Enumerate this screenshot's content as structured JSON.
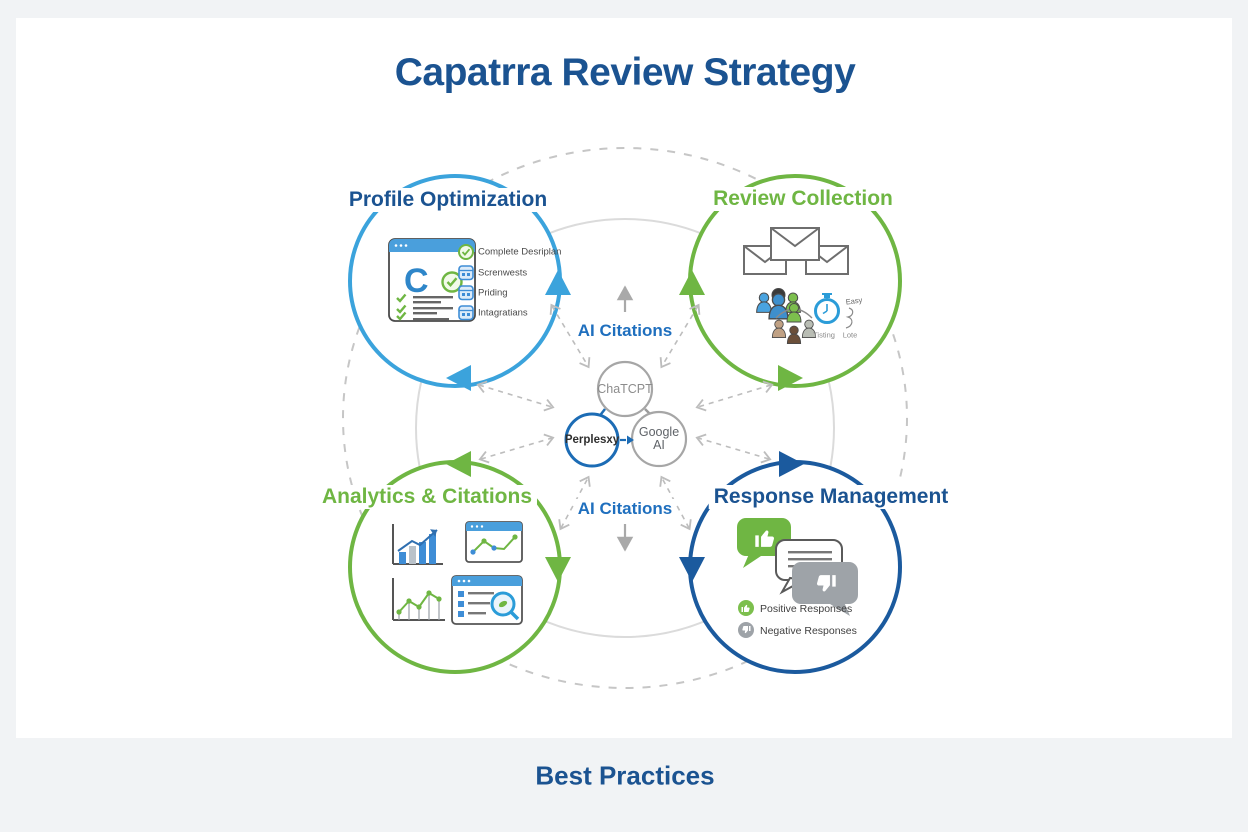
{
  "title": "Capatrra Review Strategy",
  "footer": "Best Practices",
  "center_hub": {
    "top_label": "AI Citations",
    "bottom_label": "AI Citations",
    "nodes": [
      {
        "label": "ChaTCPT"
      },
      {
        "label": "Perplesxy"
      },
      {
        "label": "Google",
        "label_line2": "AI"
      }
    ]
  },
  "quadrants": {
    "profile_optimization": {
      "title": "Profile Optimization",
      "accent": "#3BA3DC",
      "logo_letter": "C",
      "checklist": [
        "Complete Desriplan",
        "Screnwests",
        "Priding",
        "Intagratians"
      ]
    },
    "review_collection": {
      "title": "Review Collection",
      "accent": "#6FB643",
      "stopwatch_caption_left": "Tisting",
      "stopwatch_caption_right": "Lote",
      "note": "Easy"
    },
    "analytics_citations": {
      "title": "Analytics & Citations",
      "accent": "#6FB643"
    },
    "response_management": {
      "title": "Response Management",
      "accent": "#1A5A9C",
      "legend": [
        "Positive Responses",
        "Negative Responses"
      ]
    }
  },
  "colors": {
    "heading": "#1B5391",
    "light_blue": "#3BA3DC",
    "green": "#6FB643",
    "dark_blue": "#1A5A9C",
    "hub_blue": "#1C6CB5",
    "label_blue": "#1F6FBE",
    "background": "#F1F3F5",
    "card": "#FFFFFF"
  }
}
